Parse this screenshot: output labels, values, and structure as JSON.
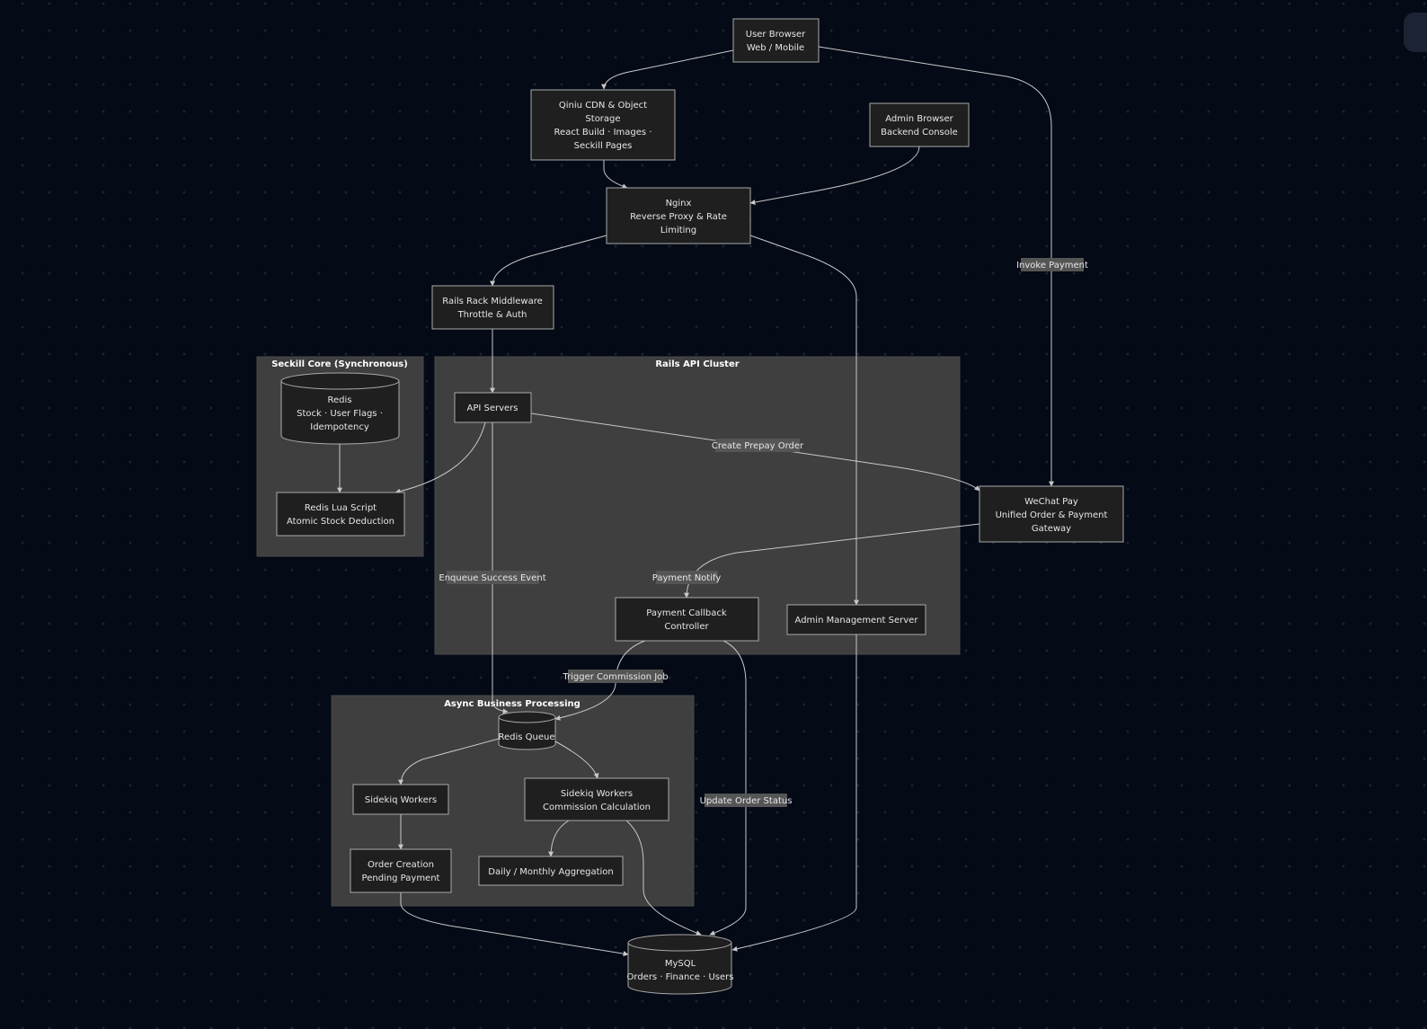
{
  "clusters": {
    "seckill": "Seckill Core (Synchronous)",
    "rails": "Rails API Cluster",
    "async": "Async Business Processing"
  },
  "nodes": {
    "user_browser": [
      "User Browser",
      "Web / Mobile"
    ],
    "qiniu": [
      "Qiniu CDN & Object",
      "Storage",
      "React Build · Images ·",
      "Seckill Pages"
    ],
    "admin_browser": [
      "Admin Browser",
      "Backend Console"
    ],
    "nginx": [
      "Nginx",
      "Reverse Proxy & Rate",
      "Limiting"
    ],
    "rack": [
      "Rails Rack Middleware",
      "Throttle & Auth"
    ],
    "redis": [
      "Redis",
      "Stock · User Flags ·",
      "Idempotency"
    ],
    "lua": [
      "Redis Lua Script",
      "Atomic Stock Deduction"
    ],
    "api": [
      "API Servers"
    ],
    "wechat": [
      "WeChat Pay",
      "Unified Order & Payment",
      "Gateway"
    ],
    "callback": [
      "Payment Callback",
      "Controller"
    ],
    "admin_server": [
      "Admin Management Server"
    ],
    "redis_queue": [
      "Redis Queue"
    ],
    "sidekiq": [
      "Sidekiq Workers"
    ],
    "commission": [
      "Sidekiq Workers",
      "Commission Calculation"
    ],
    "order": [
      "Order Creation",
      "Pending Payment"
    ],
    "aggregation": [
      "Daily / Monthly Aggregation"
    ],
    "mysql": [
      "MySQL",
      "Orders · Finance · Users"
    ]
  },
  "edge_labels": {
    "invoke": "Invoke Payment",
    "prepay": "Create Prepay Order",
    "enqueue": "Enqueue Success Event",
    "notify": "Payment Notify",
    "trigger": "Trigger Commission Job",
    "update": "Update Order Status"
  }
}
